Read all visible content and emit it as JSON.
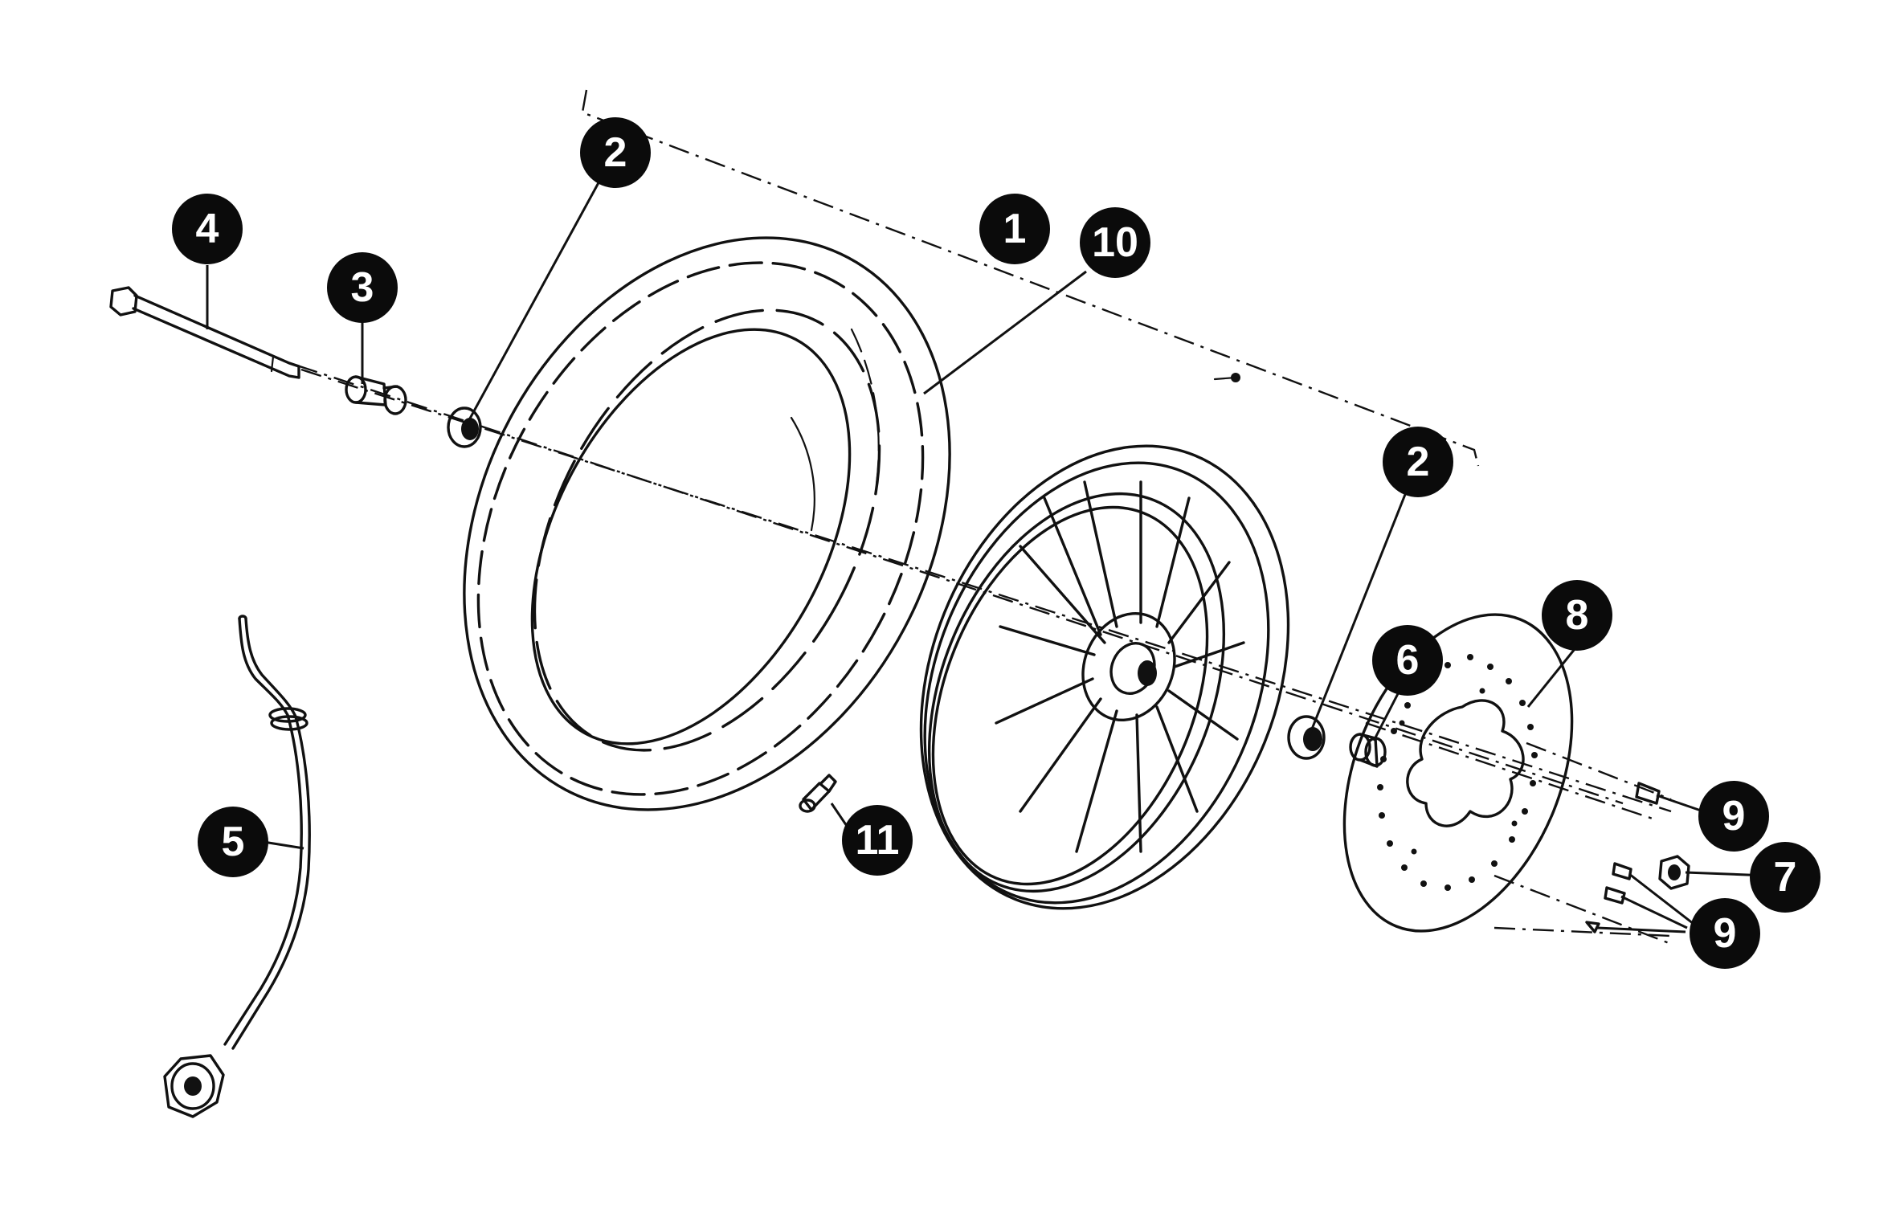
{
  "callouts": [
    {
      "id": "callout-1",
      "label": "1"
    },
    {
      "id": "callout-2-left",
      "label": "2"
    },
    {
      "id": "callout-2-right",
      "label": "2"
    },
    {
      "id": "callout-3",
      "label": "3"
    },
    {
      "id": "callout-4",
      "label": "4"
    },
    {
      "id": "callout-5",
      "label": "5"
    },
    {
      "id": "callout-6",
      "label": "6"
    },
    {
      "id": "callout-7",
      "label": "7"
    },
    {
      "id": "callout-8",
      "label": "8"
    },
    {
      "id": "callout-9-upper",
      "label": "9"
    },
    {
      "id": "callout-9-lower",
      "label": "9"
    },
    {
      "id": "callout-10",
      "label": "10"
    },
    {
      "id": "callout-11",
      "label": "11"
    }
  ]
}
